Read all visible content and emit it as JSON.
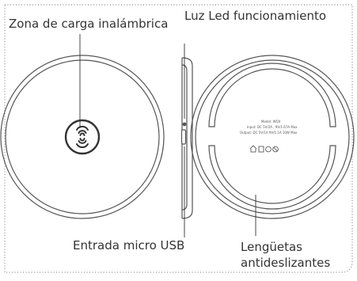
{
  "labels": {
    "wireless_zone": "Zona de carga inalámbrica",
    "led": "Luz Led funcionamiento",
    "micro_usb": "Entrada micro USB",
    "anti_slip_line1": "Lengüetas",
    "anti_slip_line2": "antideslizantes"
  },
  "back_specs": {
    "model": "Model: WQ4",
    "input": "Input: DC 5V/2A , 9V/1.67A Max",
    "output": "Output: DC 5V/1A 9V/1.1A 10W Max"
  },
  "colors": {
    "stroke": "#555555",
    "border_dots": "#8a8a8a",
    "text": "#333333"
  }
}
